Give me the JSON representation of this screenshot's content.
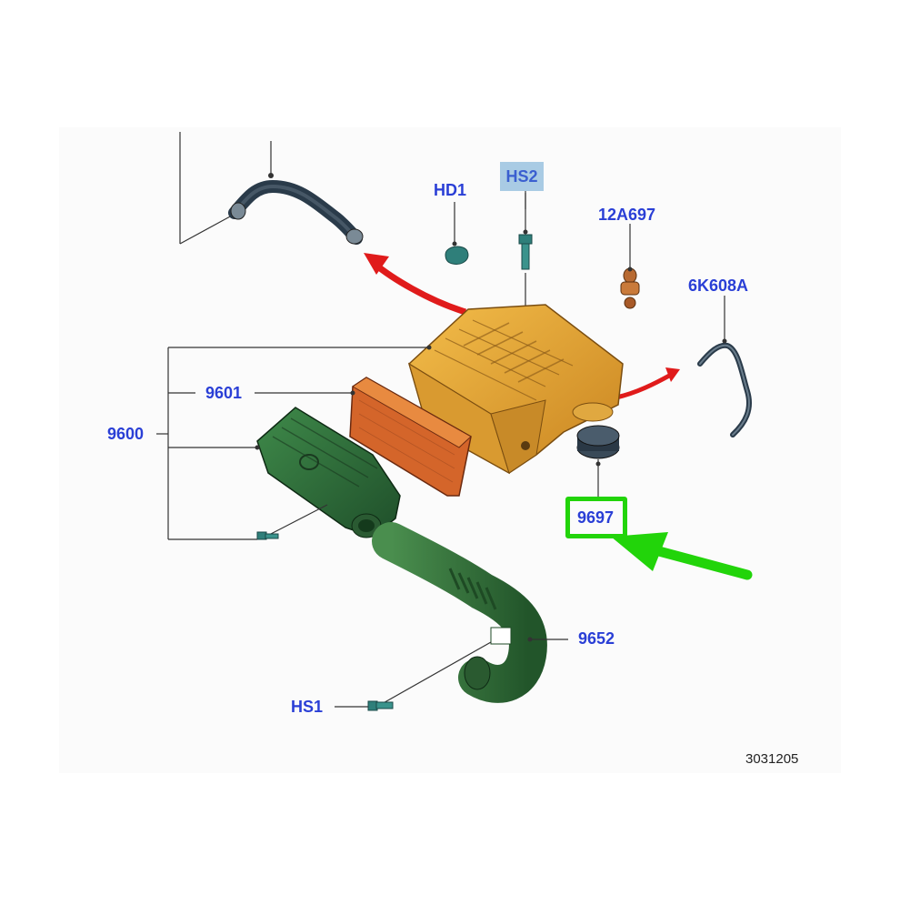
{
  "diagram": {
    "labels": {
      "hd1": "HD1",
      "hs2": "HS2",
      "p12a697": "12A697",
      "p6k608a": "6K608A",
      "p9601": "9601",
      "p9600": "9600",
      "p9697": "9697",
      "p9652": "9652",
      "hs1": "HS1"
    },
    "document_number": "3031205",
    "colors": {
      "label_text": "#2a3fd6",
      "highlight_box": "#a9cbe4",
      "callout_green": "#22d40a",
      "arrow_red": "#e01b1b",
      "housing_orange": "#e8a632",
      "filter_orange": "#d4652a",
      "cover_green": "#2e6a3a",
      "hose_green": "#3a7a3e",
      "hose_black": "#2a3b4a"
    },
    "icons": [
      "red-arrow-icon",
      "green-callout-arrow-icon",
      "bolt-icon",
      "clip-icon",
      "grommet-icon"
    ]
  }
}
